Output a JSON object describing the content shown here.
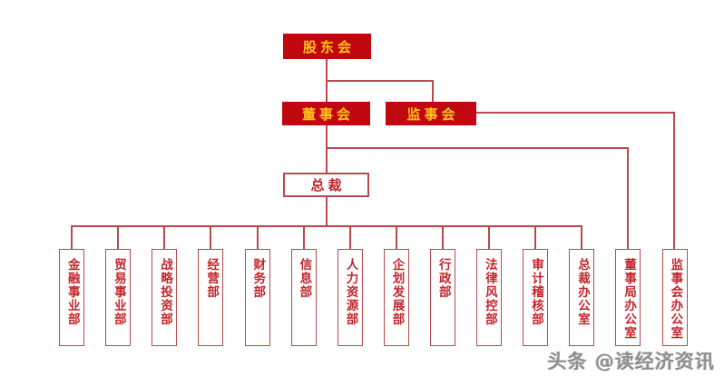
{
  "org_chart": {
    "shareholders_label": "股东会",
    "board_label": "董事会",
    "supervisory_label": "监事会",
    "president_label": "总裁",
    "departments": [
      "金融事业部",
      "贸易事业部",
      "战略投资部",
      "经营部",
      "财务部",
      "信息部",
      "人力资源部",
      "企划发展部",
      "行政部",
      "法律风控部",
      "审计稽核部",
      "总裁办公室",
      "董事局办公室",
      "监事会办公室"
    ]
  },
  "watermark": "头条 @读经济资讯",
  "colors": {
    "box_fill": "#C1070F",
    "box_text_gold": "#FFC41E",
    "line_red": "#B84A4E",
    "text_red": "#C2262C"
  }
}
